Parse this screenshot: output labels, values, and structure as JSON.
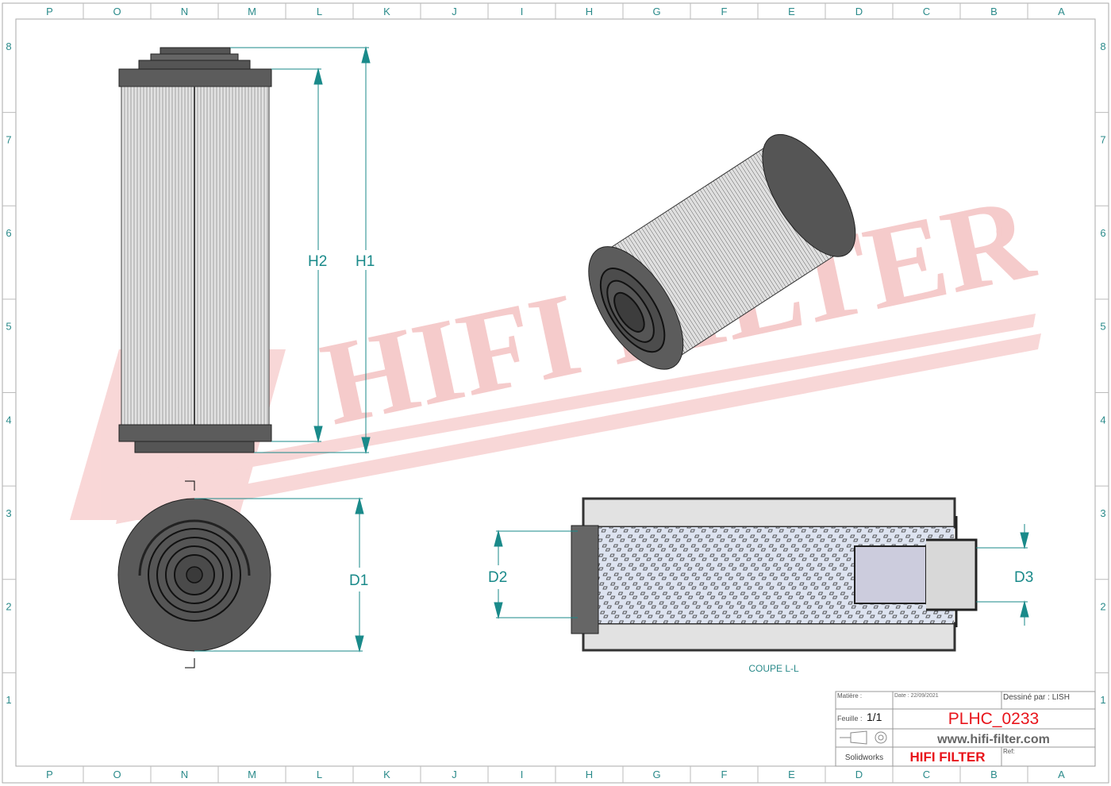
{
  "frame": {
    "columns": [
      "P",
      "O",
      "N",
      "M",
      "L",
      "K",
      "J",
      "I",
      "H",
      "G",
      "F",
      "E",
      "D",
      "C",
      "B",
      "A"
    ],
    "rows": [
      "8",
      "7",
      "6",
      "5",
      "4",
      "3",
      "2",
      "1"
    ]
  },
  "watermark": {
    "text": "HIFI FILTER",
    "registered": "®",
    "color": "#f5c6c6"
  },
  "dimensions": {
    "h1": "H1",
    "h2": "H2",
    "d1": "D1",
    "d2": "D2",
    "d3": "D3"
  },
  "section_label": "COUPE L-L",
  "title_block": {
    "material_label": "Matière :",
    "date": "Date : 22/09/2021",
    "drawn_by": "Dessiné par : LISH",
    "sheet_label": "Feuille :",
    "sheet_value": "1/1",
    "part_number": "PLHC_0233",
    "website": "www.hifi-filter.com",
    "software": "Solidworks",
    "brand": "HIFI FILTER",
    "ref_label": "Ref:",
    "accent_color": "#e8141b"
  }
}
